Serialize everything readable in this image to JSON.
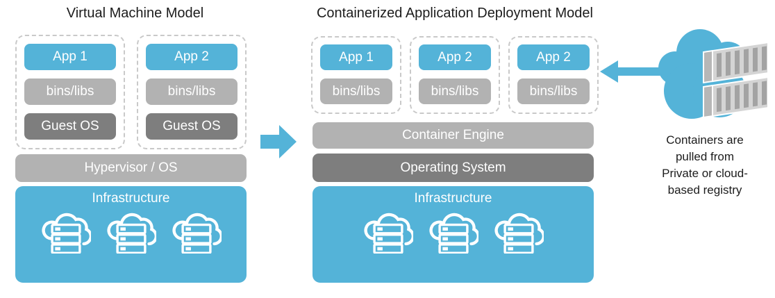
{
  "colors": {
    "blue": "#54b3d8",
    "light_gray": "#b2b2b2",
    "dark_gray": "#7e7e7e",
    "dash_gray": "#c9c9c9",
    "text_dark": "#1c1c1c"
  },
  "vm_model": {
    "title": "Virtual Machine Model",
    "stacks": [
      {
        "app": "App 1",
        "bins": "bins/libs",
        "os": "Guest OS"
      },
      {
        "app": "App 2",
        "bins": "bins/libs",
        "os": "Guest OS"
      }
    ],
    "hypervisor": "Hypervisor / OS",
    "infrastructure": "Infrastructure"
  },
  "container_model": {
    "title": "Containerized Application Deployment Model",
    "stacks": [
      {
        "app": "App 1",
        "bins": "bins/libs"
      },
      {
        "app": "App 2",
        "bins": "bins/libs"
      },
      {
        "app": "App 2",
        "bins": "bins/libs"
      }
    ],
    "engine": "Container Engine",
    "os": "Operating System",
    "infrastructure": "Infrastructure"
  },
  "registry": {
    "note_lines": [
      "Containers are",
      "pulled from",
      "Private or cloud-",
      "based registry"
    ]
  }
}
